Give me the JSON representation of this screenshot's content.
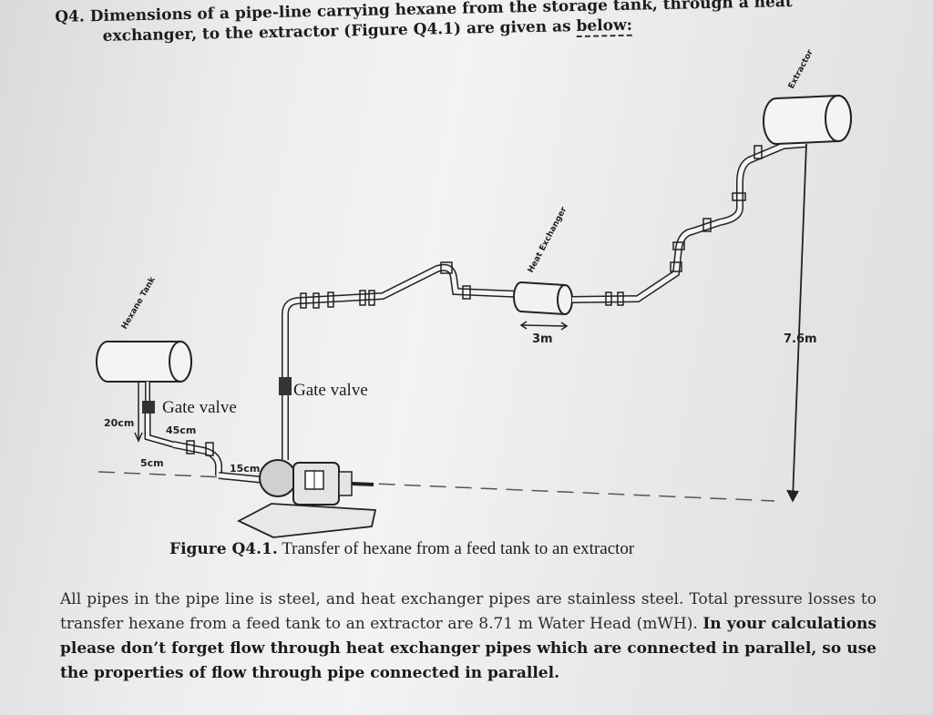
{
  "question": {
    "number": "Q4.",
    "text_line1": "Dimensions of a pipe-line carrying hexane from the storage tank, through a heat",
    "text_line2_prefix": "exchanger, to the extractor (Figure Q4.1) are given as ",
    "text_line2_underlined": "below:"
  },
  "figure": {
    "labels": {
      "hexane_tank": "Hexane Tank",
      "heat_exchanger": "Heat Exchanger",
      "extractor": "Extractor",
      "gate_valve_1": "Gate valve",
      "gate_valve_2": "Gate valve",
      "dim_20cm": "20cm",
      "dim_45cm": "45cm",
      "dim_5cm": "5cm",
      "dim_15cm": "15cm",
      "dim_3m": "3m",
      "dim_76m": "7.6m"
    },
    "caption_bold": "Figure Q4.1.",
    "caption_text": " Transfer of hexane from a feed tank to an extractor"
  },
  "body": {
    "normal_text": "All pipes in the pipe line is steel, and heat exchanger pipes are stainless steel. Total pressure losses to transfer hexane from a feed tank to an extractor are 8.71 m Water Head (mWH). ",
    "bold_text": "In your calculations please don’t forget flow through heat exchanger pipes which are connected in parallel, so use the properties of flow through pipe connected in parallel."
  }
}
